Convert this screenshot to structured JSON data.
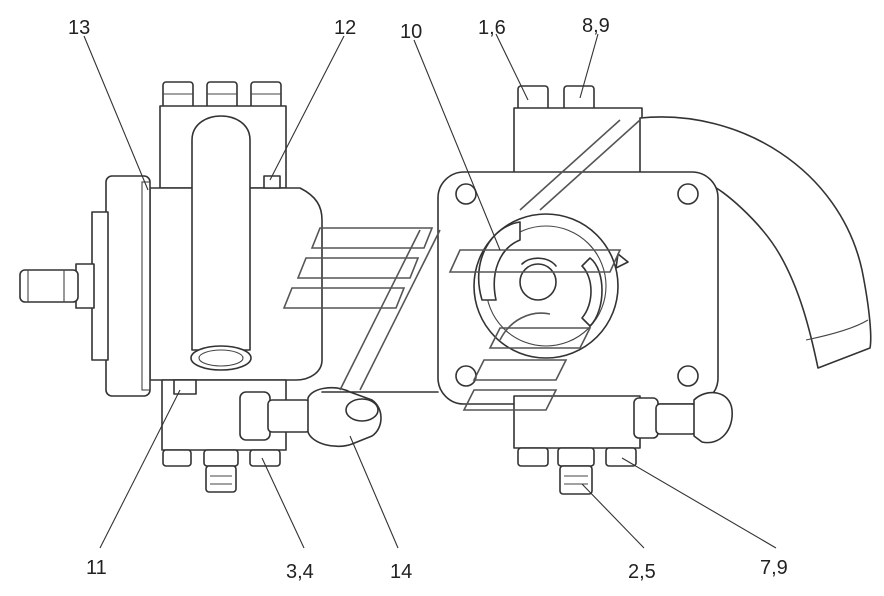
{
  "callouts": [
    {
      "id": "c13",
      "label": "13"
    },
    {
      "id": "c12",
      "label": "12"
    },
    {
      "id": "c10",
      "label": "10"
    },
    {
      "id": "c16",
      "label": "1,6"
    },
    {
      "id": "c89",
      "label": "8,9"
    },
    {
      "id": "c11",
      "label": "11"
    },
    {
      "id": "c34",
      "label": "3,4"
    },
    {
      "id": "c14",
      "label": "14"
    },
    {
      "id": "c25",
      "label": "2,5"
    },
    {
      "id": "c79",
      "label": "7,9"
    }
  ]
}
